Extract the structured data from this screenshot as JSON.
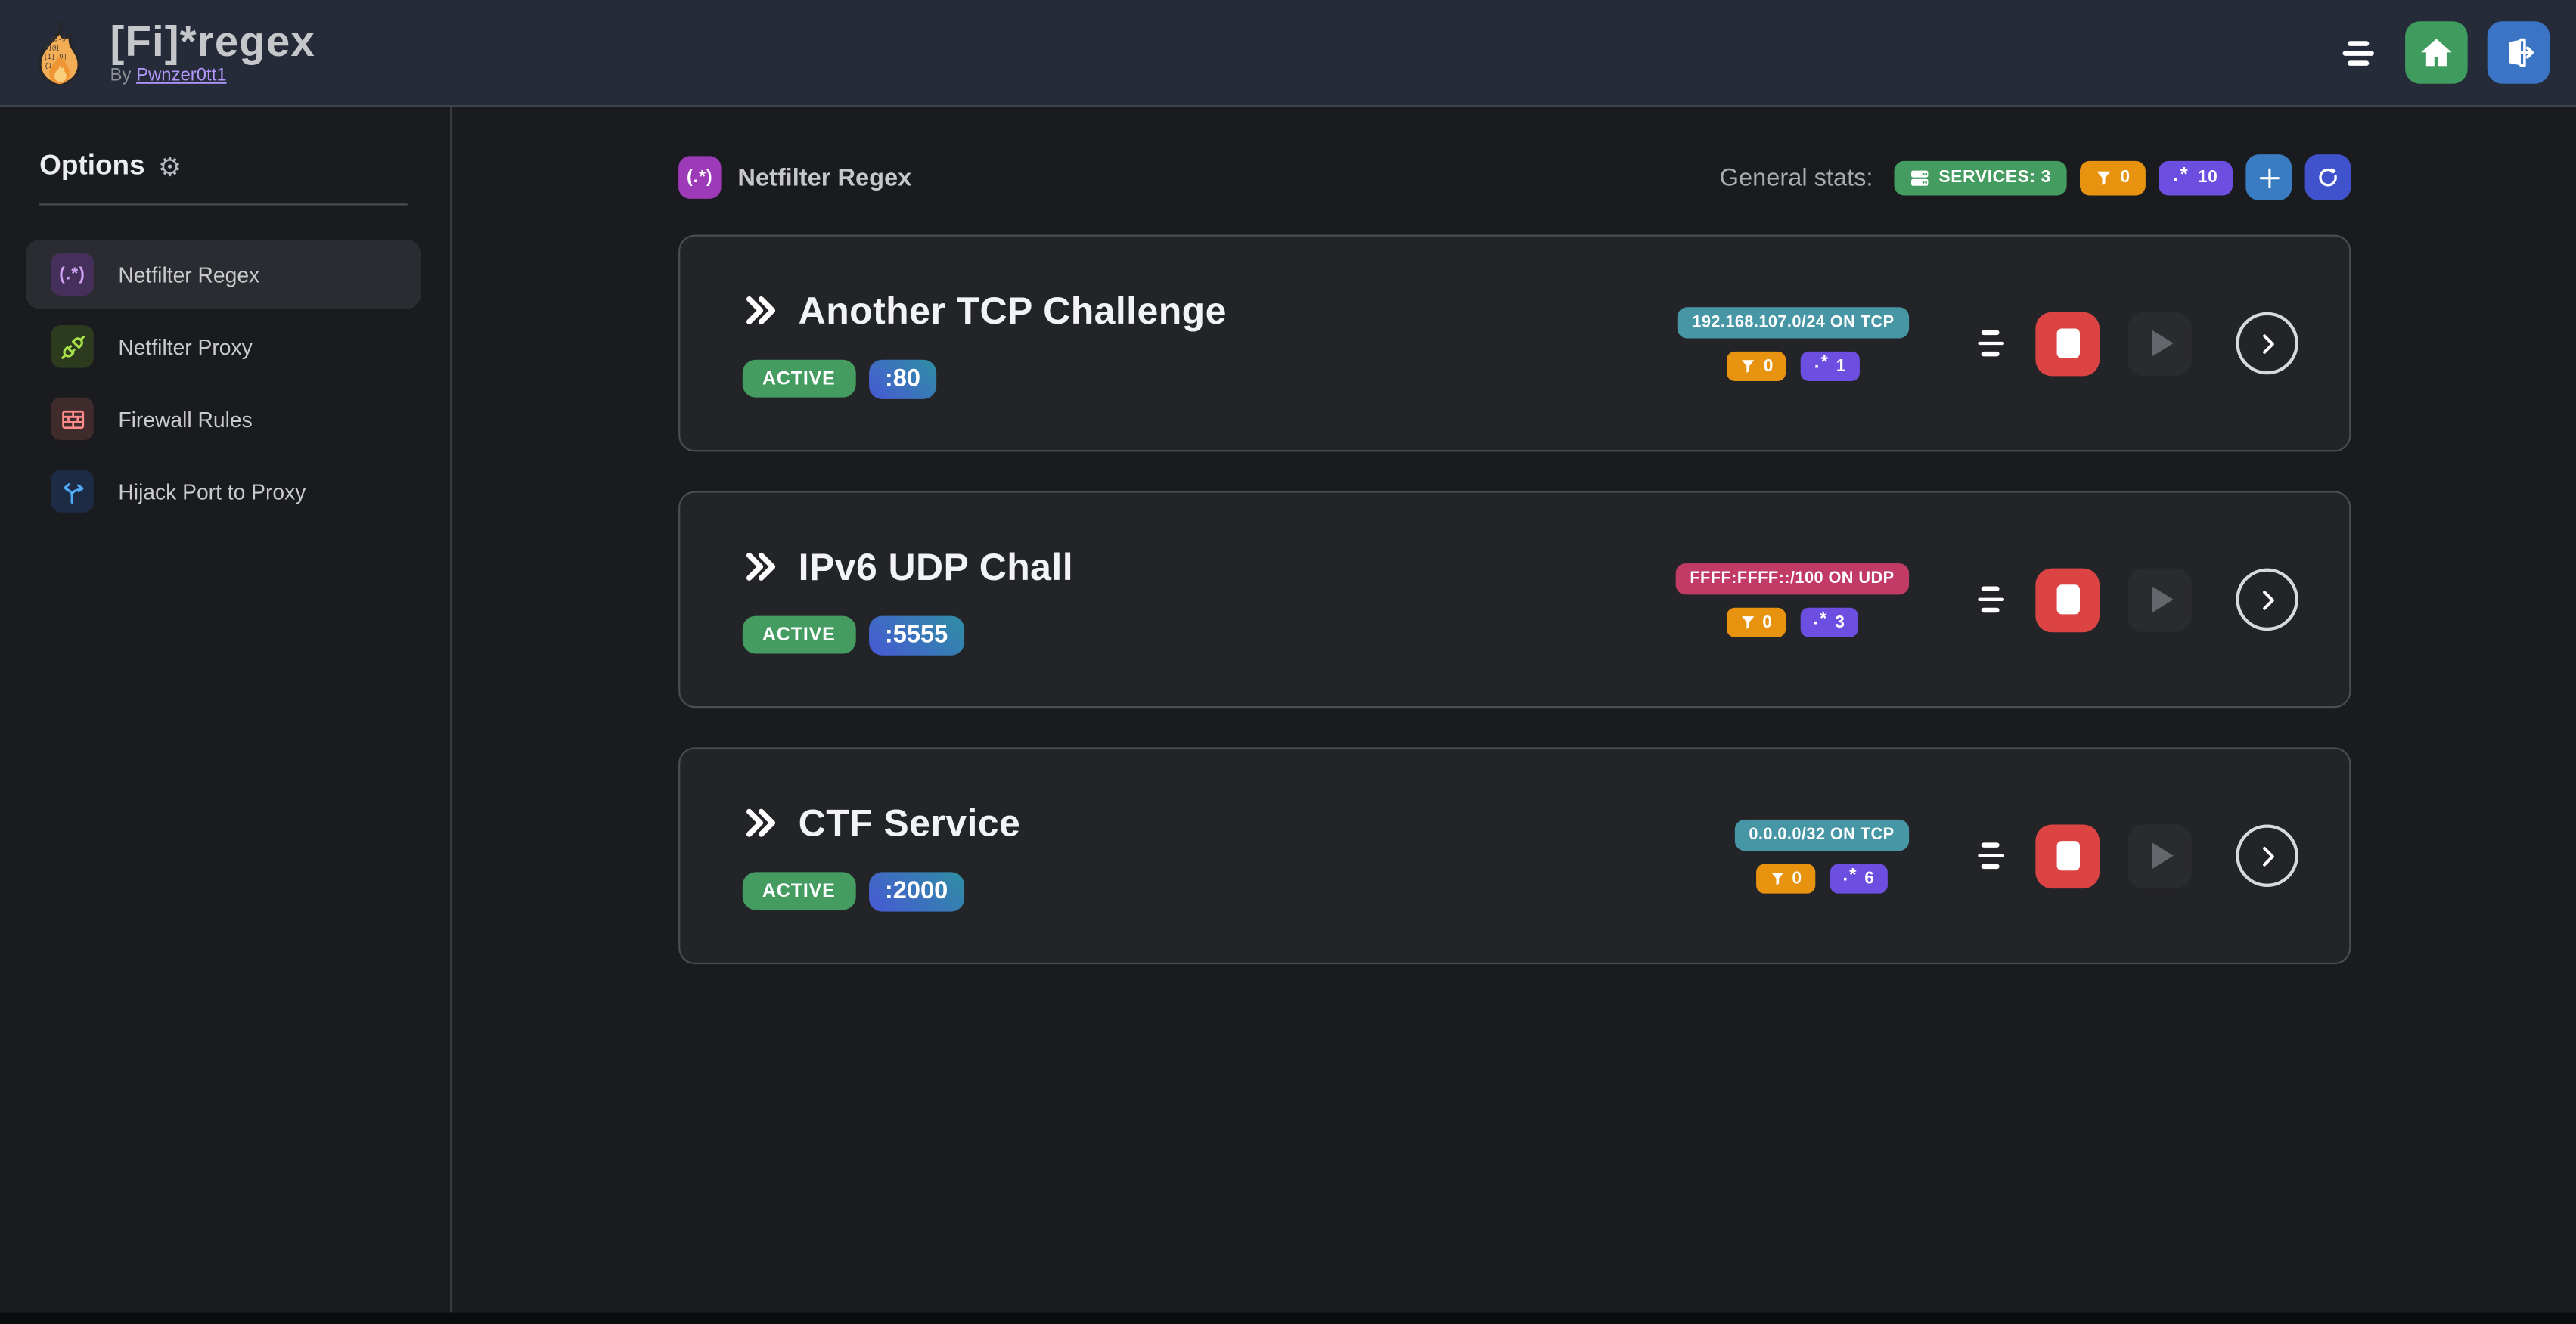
{
  "topbar": {
    "title": "[Fi]*regex",
    "byline_prefix": "By",
    "author_link": "Pwnzer0tt1"
  },
  "sidebar": {
    "heading": "Options",
    "gear_glyph": "⚙",
    "items": [
      {
        "label": "Netfilter Regex",
        "icon": "regex-icon",
        "active": true
      },
      {
        "label": "Netfilter Proxy",
        "icon": "plug-icon",
        "active": false
      },
      {
        "label": "Firewall Rules",
        "icon": "brick-wall-icon",
        "active": false
      },
      {
        "label": "Hijack Port to Proxy",
        "icon": "split-arrows-icon",
        "active": false
      }
    ]
  },
  "main": {
    "section_title": "Netfilter Regex",
    "section_icon_glyph": "(.*)",
    "stats_label": "General stats:",
    "services_badge": "SERVICES: 3",
    "filter_count": "0",
    "regex_count": "10"
  },
  "glyphs": {
    "regex_paren": "(.*)",
    "regex_dotstar": ".*"
  },
  "services": [
    {
      "name": "Another TCP Challenge",
      "status": "ACTIVE",
      "port": ":80",
      "cidr": "192.168.107.0/24 ON TCP",
      "cidr_color": "#4796a5",
      "filters": "0",
      "regexes": "1"
    },
    {
      "name": "IPv6 UDP Chall",
      "status": "ACTIVE",
      "port": ":5555",
      "cidr": "FFFF:FFFF::/100 ON UDP",
      "cidr_color": "#c23b66",
      "filters": "0",
      "regexes": "3"
    },
    {
      "name": "CTF Service",
      "status": "ACTIVE",
      "port": ":2000",
      "cidr": "0.0.0.0/32 ON TCP",
      "cidr_color": "#4796a5",
      "filters": "0",
      "regexes": "6"
    }
  ],
  "colors": {
    "topbar_bg": "#252b38",
    "page_bg": "#1a1b1e",
    "card_bg": "#232428",
    "card_border": "#4a4d53",
    "green": "#449c61",
    "orange": "#e8930f",
    "violet": "#6c4ee0",
    "grape": "#9d3ab8",
    "blue_add": "#3a7cc2",
    "indigo_refresh": "#4052cc",
    "red_stop": "#dc4444",
    "teal_badge": "#4796a5",
    "pink_badge": "#c23b66",
    "port_from": "#4759d4",
    "port_to": "#2e8fa3",
    "home_green": "#3f9c5e",
    "logout_blue": "#3b74c4",
    "link_purple": "#b197fc",
    "sidebar_active_bg": "#2b2c31"
  }
}
